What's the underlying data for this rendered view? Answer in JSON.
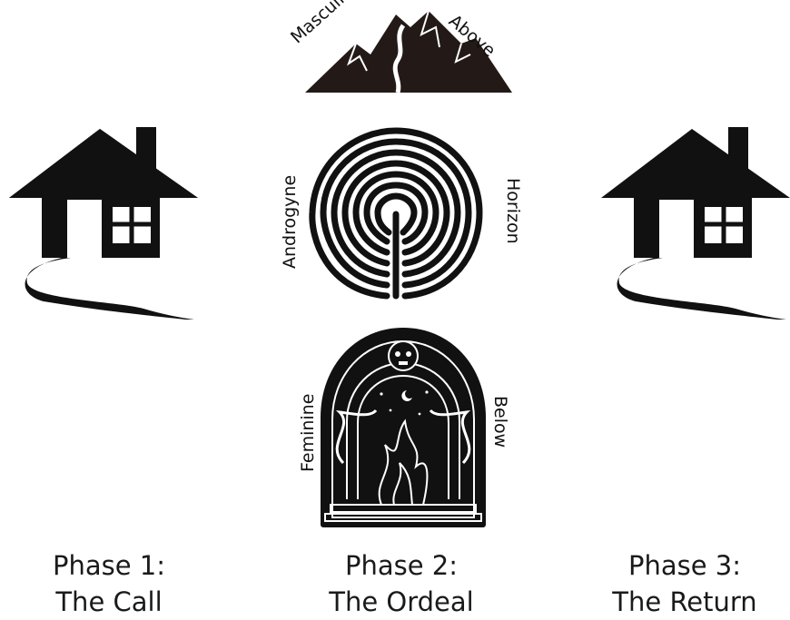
{
  "icons": {
    "mountain": "mountain-icon",
    "labyrinth": "labyrinth-icon",
    "underworld_gate": "underworld-gate-icon",
    "house_left": "house-icon",
    "house_right": "house-icon"
  },
  "mountain_labels": {
    "left": "Masculine",
    "right": "Above"
  },
  "labyrinth_labels": {
    "left": "Androgyne",
    "right": "Horizon"
  },
  "gate_labels": {
    "left": "Feminine",
    "right": "Below"
  },
  "phases": [
    {
      "title": "Phase 1:",
      "name": "The Call"
    },
    {
      "title": "Phase 2:",
      "name": "The Ordeal"
    },
    {
      "title": "Phase 3:",
      "name": "The Return"
    }
  ],
  "colors": {
    "ink": "#111111",
    "mountain": "#231a17",
    "background": "#ffffff"
  }
}
